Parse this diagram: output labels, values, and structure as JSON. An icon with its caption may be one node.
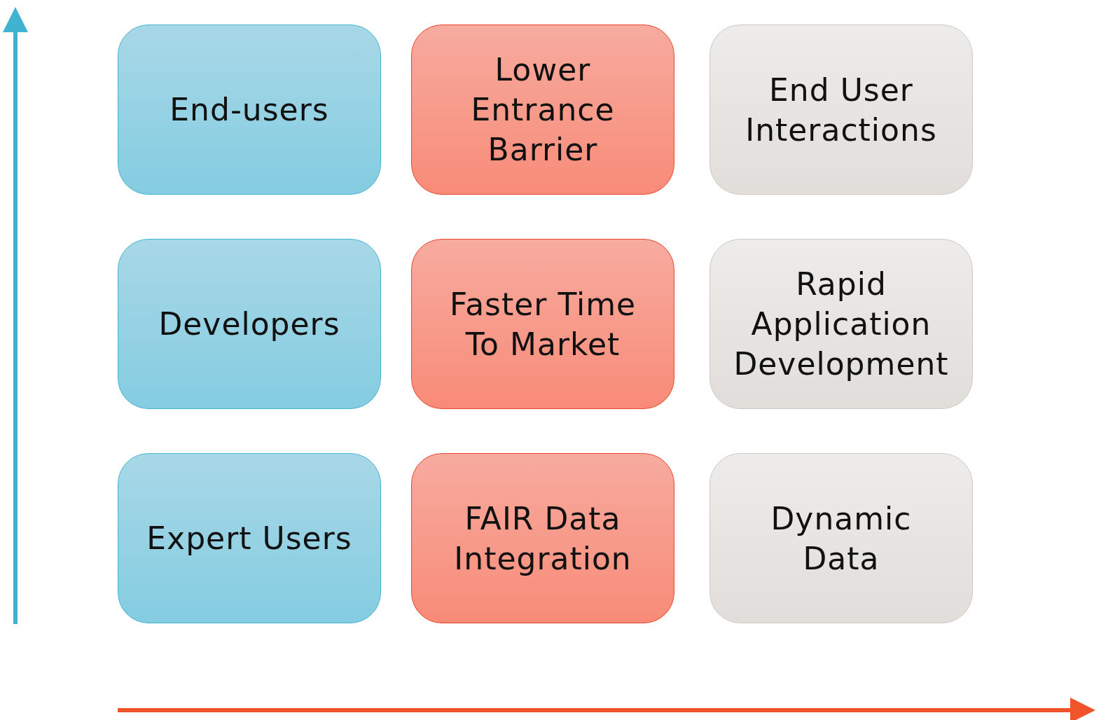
{
  "diagram": {
    "nodes": [
      {
        "text": [
          "End-users"
        ]
      },
      {
        "text": [
          "Lower Entrance Barrier"
        ]
      },
      {
        "text": [
          "End User Interactions"
        ]
      },
      {
        "text": [
          "Developers"
        ]
      },
      {
        "text": [
          "Faster Time To Market"
        ]
      },
      {
        "text": [
          "Rapid Application Development"
        ]
      },
      {
        "text": [
          "Expert Users"
        ]
      },
      {
        "text": [
          "FAIR Data Integration"
        ]
      },
      {
        "text": [
          "Dynamic Data"
        ]
      }
    ]
  }
}
